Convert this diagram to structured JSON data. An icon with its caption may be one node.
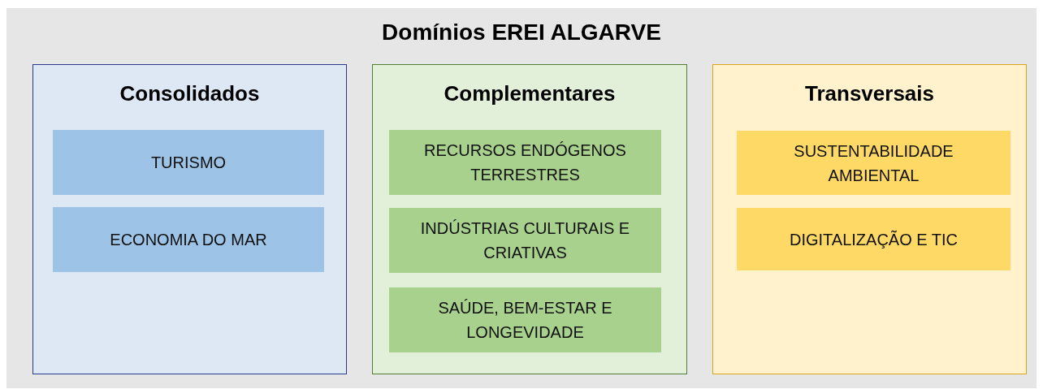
{
  "diagram": {
    "nodes": [
      {
        "text": [
          "Domínios EREI ALGARVE"
        ]
      },
      {
        "text": [
          "Consolidados"
        ],
        "in": 0
      },
      {
        "text": [
          "TURISMO"
        ],
        "in": 1
      },
      {
        "text": [
          "ECONOMIA DO MAR"
        ],
        "in": 1
      },
      {
        "text": [
          "Complementares"
        ],
        "in": 0
      },
      {
        "text": [
          "RECURSOS ENDÓGENOS TERRESTRES"
        ],
        "in": 4
      },
      {
        "text": [
          "INDÚSTRIAS CULTURAIS E CRIATIVAS"
        ],
        "in": 4
      },
      {
        "text": [
          "SAÚDE, BEM-ESTAR E LONGEVIDADE"
        ],
        "in": 4
      },
      {
        "text": [
          "Transversais"
        ],
        "in": 0
      },
      {
        "text": [
          "SUSTENTABILIDADE AMBIENTAL"
        ],
        "in": 8
      },
      {
        "text": [
          "DIGITALIZAÇÃO E TIC"
        ],
        "in": 8
      }
    ]
  }
}
